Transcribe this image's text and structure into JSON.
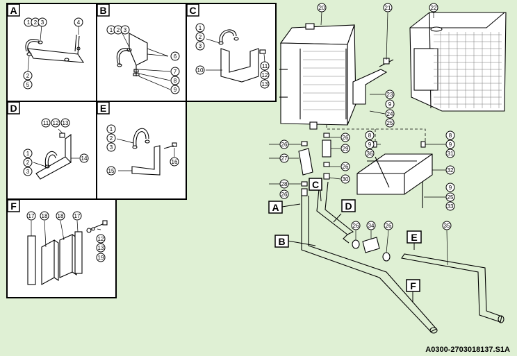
{
  "panels": [
    {
      "letter": "A",
      "parts": [
        "1",
        "2",
        "3",
        "4",
        "2",
        "5"
      ]
    },
    {
      "letter": "B",
      "parts": [
        "1",
        "2",
        "3",
        "6",
        "7",
        "8",
        "9"
      ]
    },
    {
      "letter": "C",
      "parts": [
        "1",
        "2",
        "3",
        "10",
        "11",
        "12",
        "13"
      ]
    },
    {
      "letter": "D",
      "parts": [
        "11",
        "12",
        "13",
        "1",
        "2",
        "3",
        "14"
      ]
    },
    {
      "letter": "E",
      "parts": [
        "1",
        "2",
        "3",
        "15",
        "16"
      ]
    },
    {
      "letter": "F",
      "parts": [
        "17",
        "18",
        "18",
        "17",
        "12",
        "13",
        "19"
      ]
    }
  ],
  "main_callouts": [
    "20",
    "21",
    "22",
    "23",
    "9",
    "24",
    "25",
    "26",
    "29",
    "8",
    "9",
    "36",
    "8",
    "9",
    "31",
    "32",
    "26",
    "27",
    "26",
    "30",
    "28",
    "26",
    "9",
    "25",
    "33",
    "26",
    "34",
    "26",
    "35"
  ],
  "section_letters": [
    "A",
    "B",
    "C",
    "D",
    "E",
    "F"
  ],
  "document_ref": "A0300-2703018137.S1A"
}
